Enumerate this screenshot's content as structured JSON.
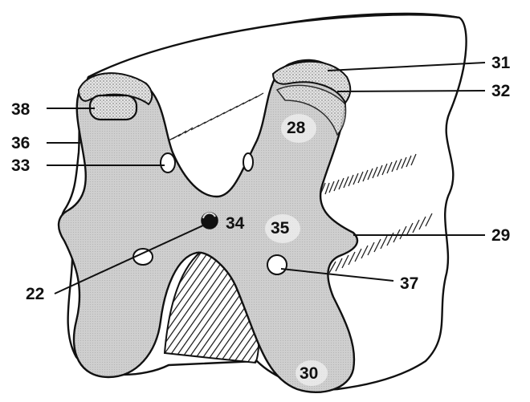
{
  "labels": {
    "l22": "22",
    "l28": "28",
    "l29": "29",
    "l30": "30",
    "l31": "31",
    "l32": "32",
    "l33": "33",
    "l34": "34",
    "l35": "35",
    "l36": "36",
    "l37": "37",
    "l38": "38"
  },
  "colors": {
    "ink": "#111111",
    "gray_matter": "#c9c9c9",
    "stipple": "#9a9a9a",
    "background": "#ffffff"
  }
}
